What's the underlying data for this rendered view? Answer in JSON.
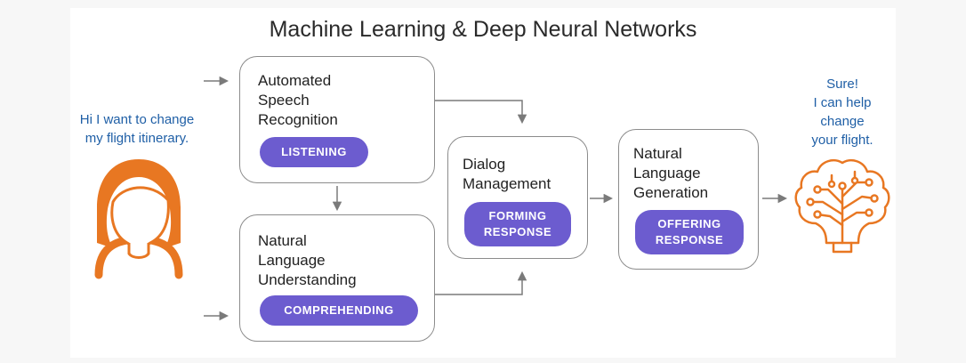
{
  "title": "Machine Learning & Deep Neural Networks",
  "user": {
    "speech": "Hi I want to change\nmy flight itinerary."
  },
  "bot": {
    "speech": "Sure!\nI can help\nchange\nyour flight."
  },
  "steps": {
    "asr": {
      "label": "Automated\nSpeech\nRecognition",
      "badge": "LISTENING"
    },
    "nlu": {
      "label": "Natural\nLanguage\nUnderstanding",
      "badge": "COMPREHENDING"
    },
    "dm": {
      "label": "Dialog\nManagement",
      "badge": "FORMING\nRESPONSE"
    },
    "nlg": {
      "label": "Natural\nLanguage\nGeneration",
      "badge": "OFFERING\nRESPONSE"
    }
  },
  "colors": {
    "accent": "#6c5ccf",
    "person": "#e87722",
    "speech": "#1f5fa6",
    "arrow": "#7a7a7a"
  }
}
